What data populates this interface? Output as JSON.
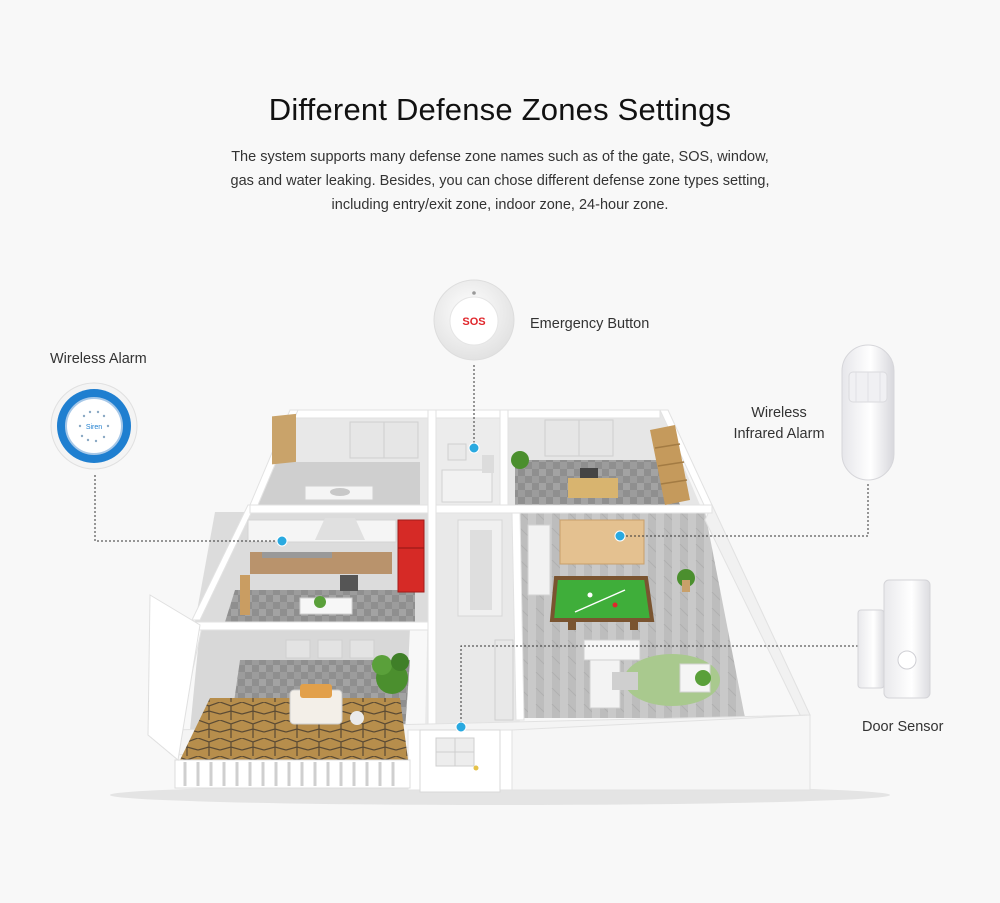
{
  "heading": {
    "title": "Different Defense Zones Settings",
    "description": [
      "The system supports many defense zone names such as of the gate, SOS, window,",
      "gas and water leaking. Besides, you can chose different defense zone types setting,",
      "including entry/exit zone, indoor zone, 24-hour zone."
    ]
  },
  "devices": {
    "wireless_alarm": {
      "label": "Wireless Alarm",
      "badge": "Siren"
    },
    "emergency_button": {
      "label": "Emergency Button",
      "badge": "SOS"
    },
    "infrared_alarm": {
      "label_line1": "Wireless",
      "label_line2": "Infrared Alarm"
    },
    "door_sensor": {
      "label": "Door Sensor"
    }
  },
  "colors": {
    "marker": "#29a9e0",
    "siren_blue": "#1f7fd0",
    "sos_red": "#e0262b",
    "fridge_red": "#d62a26",
    "table_green": "#3fae3a",
    "plant_green": "#4b8f2e"
  }
}
